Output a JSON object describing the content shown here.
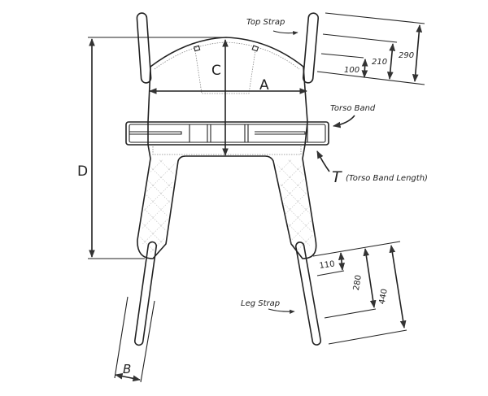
{
  "title": "Sling dimension diagram",
  "dimension_letters": {
    "A": "A",
    "B": "B",
    "C": "C",
    "D": "D",
    "T": "T"
  },
  "labels": {
    "top_strap": "Top Strap",
    "torso_band": "Torso Band",
    "torso_band_length": "(Torso Band Length)",
    "leg_strap": "Leg Strap"
  },
  "top_strap_dimensions": [
    "100",
    "210",
    "290"
  ],
  "leg_strap_dimensions": [
    "110",
    "280",
    "440"
  ],
  "colors": {
    "line": "#222222",
    "stitch": "#888888"
  }
}
